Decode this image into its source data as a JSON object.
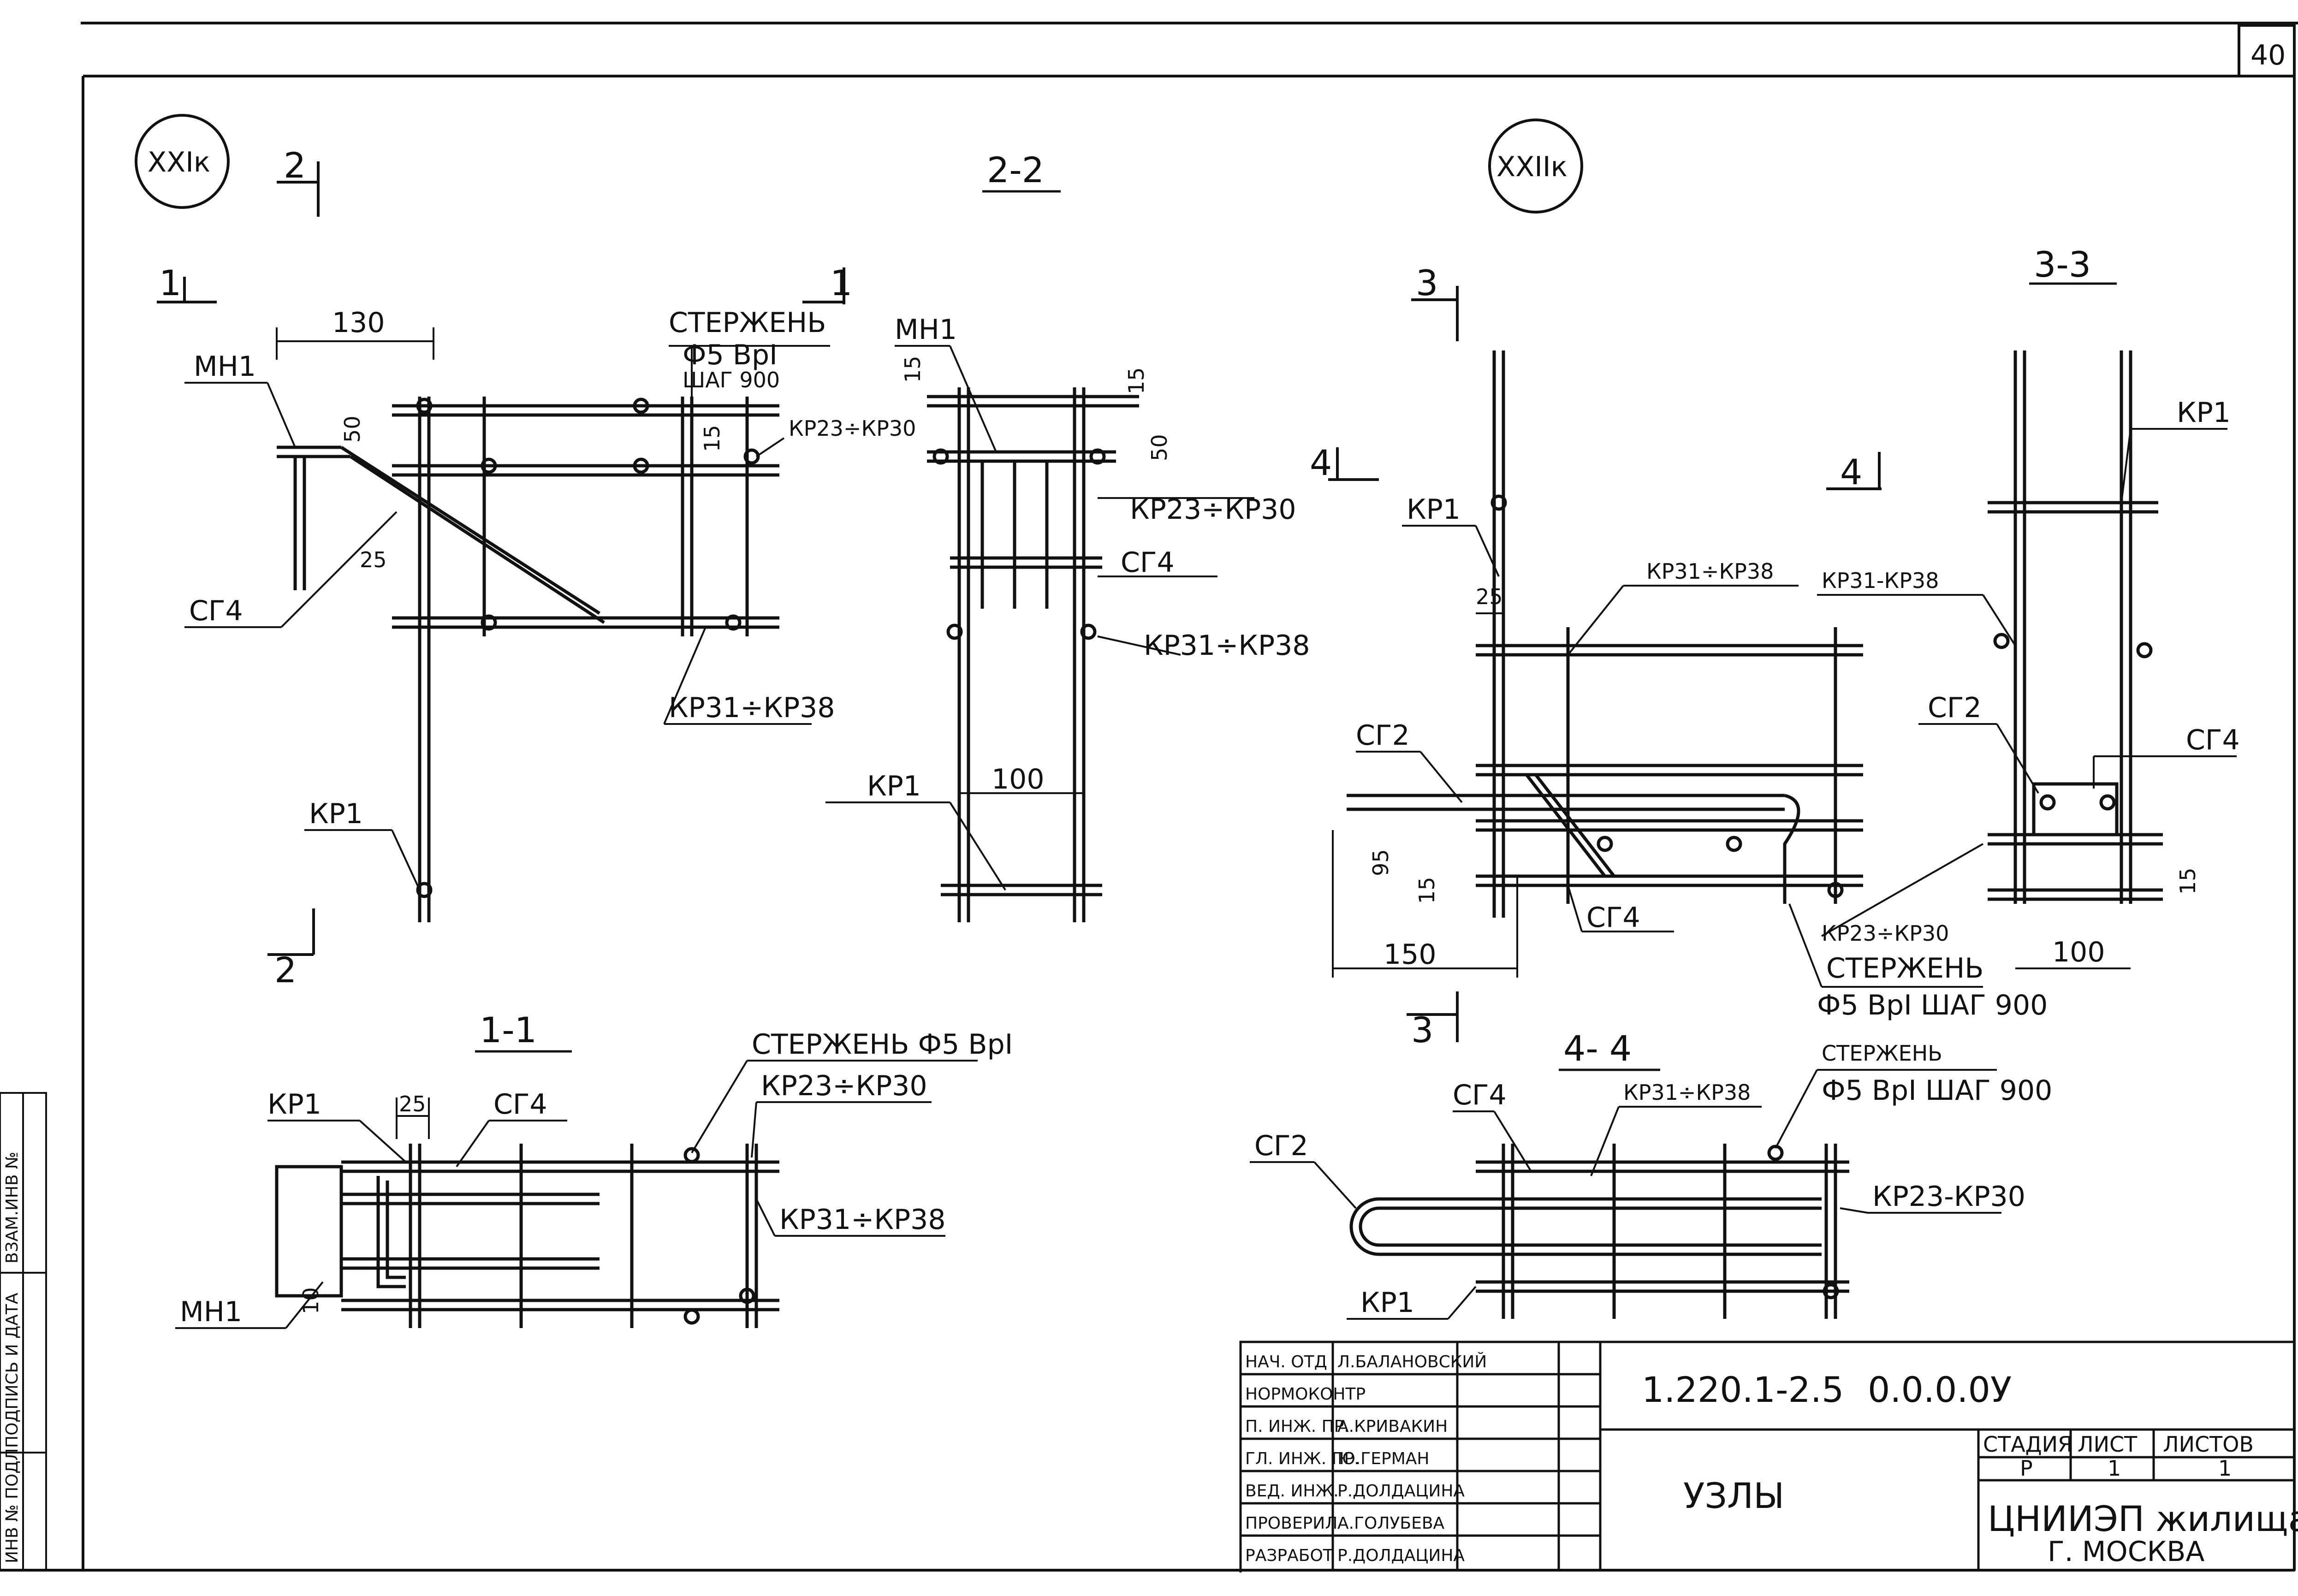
{
  "sheet_number": "40",
  "nodes": {
    "node_a": "XXIк",
    "node_b": "XXIIк"
  },
  "section_marks": {
    "m2": "2",
    "m1": "1",
    "m3": "3",
    "m4": "4"
  },
  "section_titles": {
    "s22": "2-2",
    "s33": "3-3",
    "s11": "1-1",
    "s44": "4- 4"
  },
  "labels": {
    "mn1": "МН1",
    "kp1": "КР1",
    "sg4": "СГ4",
    "sg2": "СГ2",
    "kp23_30": "КР23÷КР30",
    "kp23_30_alt": "КР23-КР30",
    "kp31_38": "КР31÷КР38",
    "kp31_38_alt": "КР31-КР38",
    "rod_word": "СТЕРЖЕНЬ",
    "rod_spec": "Ф5 ВрI",
    "rod_step": "ШАГ 900",
    "rod_inline": "СТЕРЖЕНЬ Ф5 ВрI",
    "rod_spec_step": "Ф5 ВрI ШАГ 900"
  },
  "dims": {
    "d130": "130",
    "d50": "50",
    "d15": "15",
    "d25": "25",
    "d100": "100",
    "d150": "150",
    "d95": "95",
    "d10": "10"
  },
  "side_stamp": {
    "c1": "ИНВ № ПОДЛ",
    "c2": "ПОДПИСЬ И ДАТА",
    "c3": "ВЗАМ.ИНВ №"
  },
  "title_block": {
    "doc_code": "1.220.1-2.5",
    "doc_variant": "0.0.0.0У",
    "sheet_title": "УЗЛЫ",
    "stage_label": "СТАДИЯ",
    "sheet_label": "ЛИСТ",
    "sheets_label": "ЛИСТОВ",
    "stage": "Р",
    "sheet": "1",
    "sheets": "1",
    "org": "ЦНИИЭП жилища",
    "city": "Г. МОСКВА",
    "staff": [
      {
        "role": "НАЧ. ОТД",
        "name": "Л.БАЛАНОВСКИЙ"
      },
      {
        "role": "НОРМОКОНТР",
        "name": ""
      },
      {
        "role": "П. ИНЖ. ПР.",
        "name": "А.КРИВАКИН"
      },
      {
        "role": "ГЛ. ИНЖ. ПР.",
        "name": "Ю.ГЕРМАН"
      },
      {
        "role": "ВЕД. ИНЖ.",
        "name": "Р.ДОЛДАЦИНА"
      },
      {
        "role": "ПРОВЕРИЛ",
        "name": "А.ГОЛУБЕВА"
      },
      {
        "role": "РАЗРАБОТ",
        "name": "Р.ДОЛДАЦИНА"
      }
    ]
  }
}
